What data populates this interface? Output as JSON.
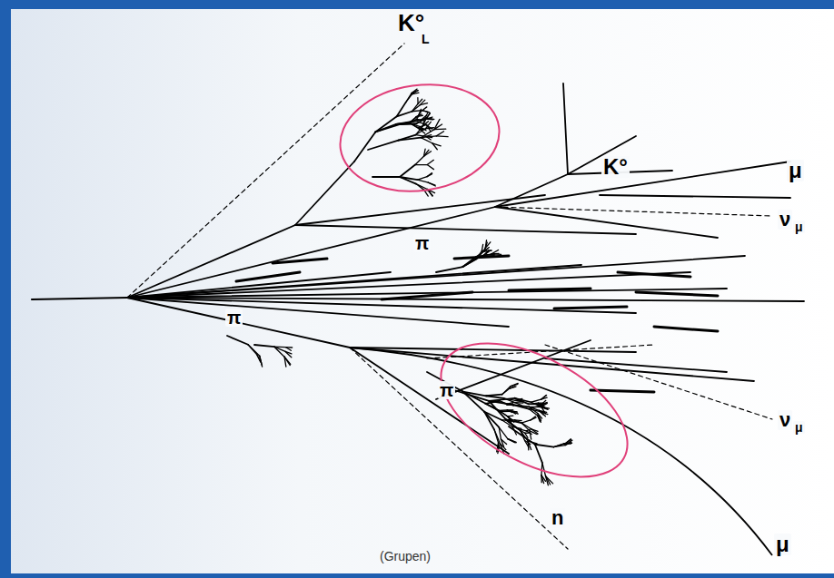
{
  "diagram": {
    "caption": "(Grupen)",
    "labels": [
      "K°",
      "L",
      "K°",
      "μ",
      "ν",
      "μ",
      "π",
      "π",
      "π",
      "ν",
      "μ",
      "n",
      "μ"
    ]
  }
}
